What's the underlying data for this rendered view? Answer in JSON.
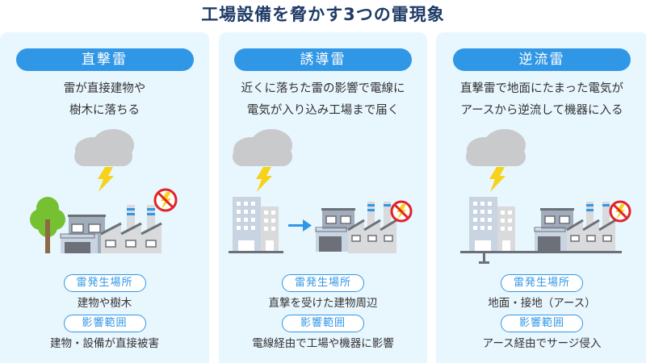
{
  "title": "工場設備を脅かす3つの雷現象",
  "colors": {
    "title": "#1e3a66",
    "accent_blue": "#3097e6",
    "panel_bg": "#e8f6fe",
    "text": "#333333",
    "bolt": "#f7d21a",
    "prohibit": "#e0242b"
  },
  "labels": {
    "location": "雷発生場所",
    "impact": "影響範囲"
  },
  "panels": [
    {
      "name": "直撃雷",
      "desc_line1": "雷が直接建物や",
      "desc_line2": "樹木に落ちる",
      "illustration": "cloud-lightning-tree-factory",
      "location": "建物や樹木",
      "impact": "建物・設備が直接被害"
    },
    {
      "name": "誘導雷",
      "desc_line1": "近くに落ちた雷の影響で電線に",
      "desc_line2": "電気が入り込み工場まで届く",
      "illustration": "cloud-lightning-building-arrow-factory",
      "location": "直撃を受けた建物周辺",
      "impact": "電線経由で工場や機器に影響"
    },
    {
      "name": "逆流雷",
      "desc_line1": "直撃雷で地面にたまった電気が",
      "desc_line2": "アースから逆流して機器に入る",
      "illustration": "cloud-lightning-building-ground-factory",
      "location": "地面・接地（アース）",
      "impact": "アース経由でサージ侵入"
    }
  ]
}
